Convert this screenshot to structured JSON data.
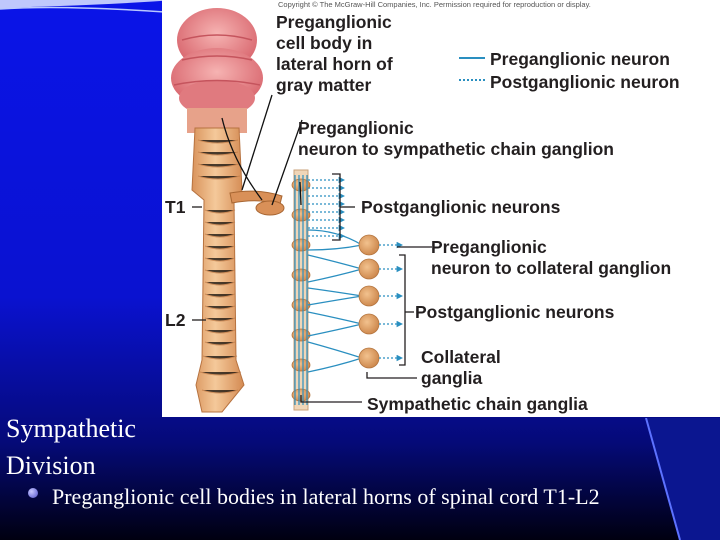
{
  "slide": {
    "title": "Sympathetic\nDivision",
    "bullet": "Preganglionic cell bodies in lateral horns of spinal cord T1-L2"
  },
  "figure": {
    "copyright": "Copyright © The McGraw-Hill Companies, Inc. Permission required for reproduction or display.",
    "labels": {
      "cell_body": "Preganglionic\ncell body in\nlateral horn of\ngray matter",
      "legend_pre": "Preganglionic neuron",
      "legend_post": "Postganglionic neuron",
      "pre_to_chain": "Preganglionic\nneuron to sympathetic chain ganglion",
      "t1": "T1",
      "post_upper": "Postganglionic neurons",
      "pre_to_collateral": "Preganglionic\nneuron to collateral ganglion",
      "l2": "L2",
      "post_lower": "Postganglionic neurons",
      "collateral": "Collateral\nganglia",
      "chain": "Sympathetic chain ganglia"
    }
  },
  "colors": {
    "background": "#0a12d0",
    "spinal_cord": "#e9b27e",
    "brain": "#e6868a",
    "ganglion": "#e2a46a",
    "postganglionic": "#2a8fc0"
  }
}
